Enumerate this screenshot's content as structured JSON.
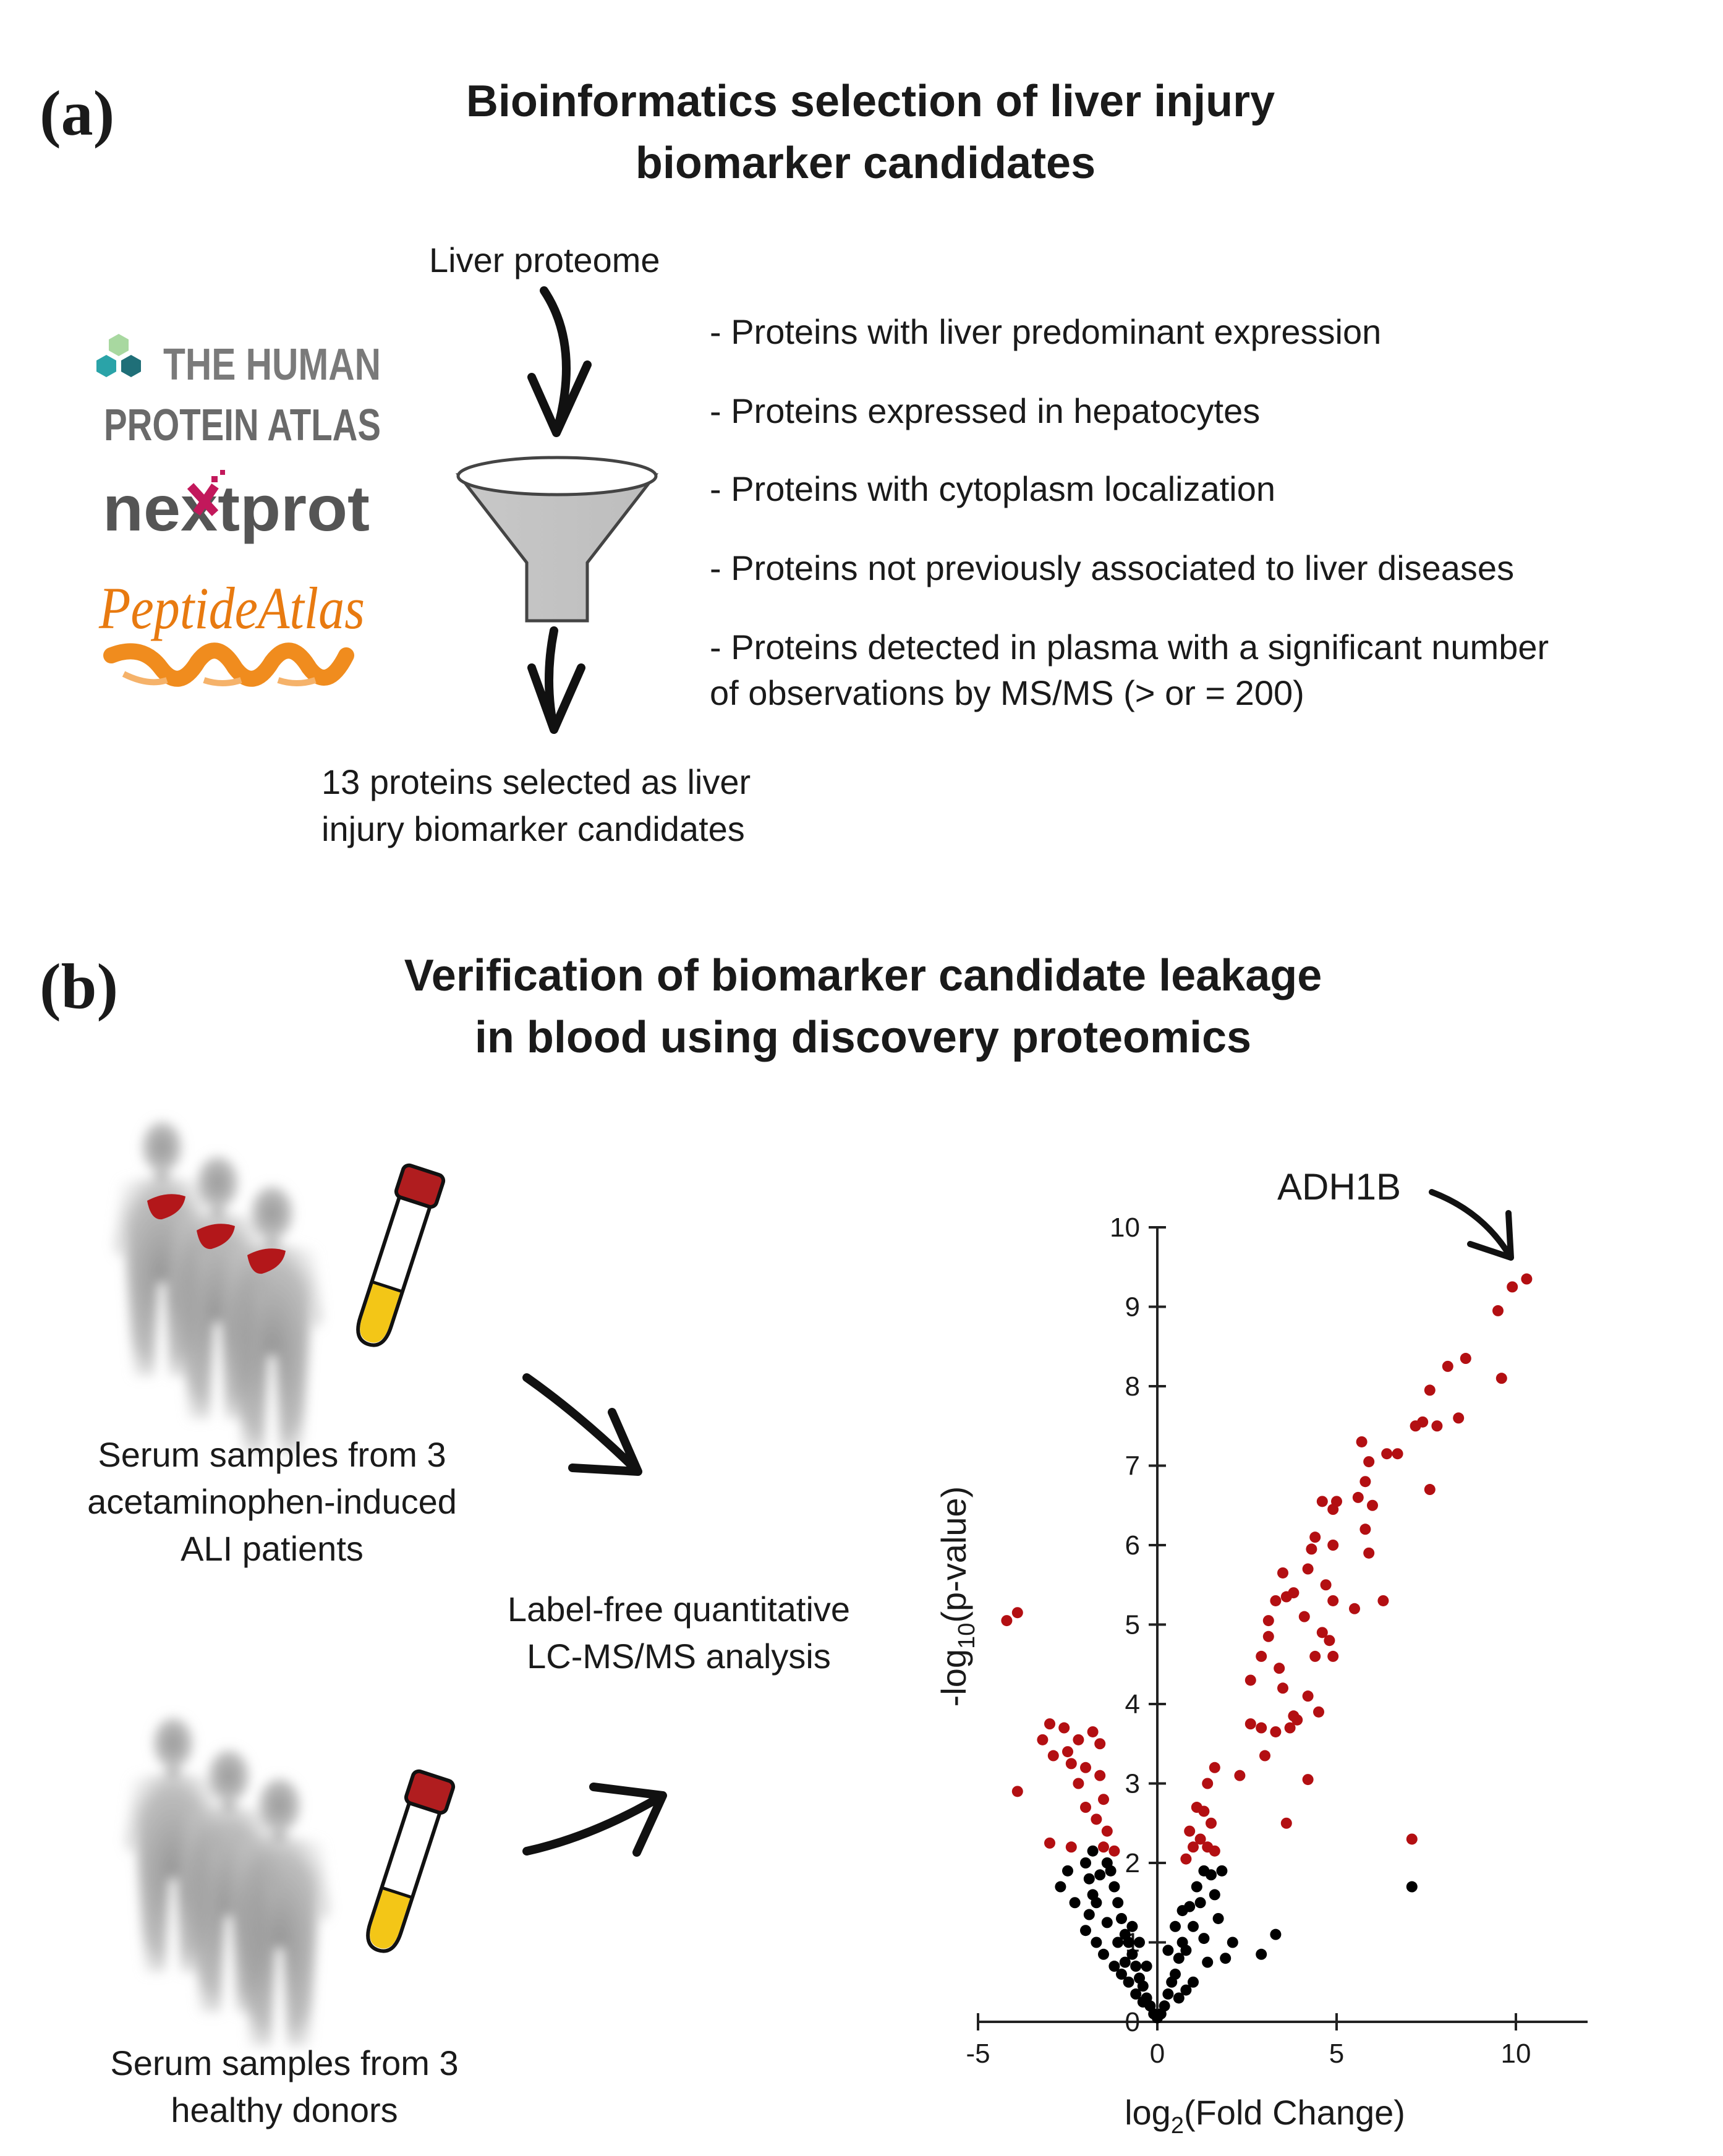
{
  "panel_a": {
    "label": "(a)",
    "title_line1": "Bioinformatics selection of liver injury",
    "title_line2": "biomarker candidates",
    "logos": {
      "hpa_line1": "THE HUMAN",
      "hpa_line2": "PROTEIN ATLAS",
      "nextprot": "nextprot",
      "peptideatlas": "PeptideAtlas"
    },
    "funnel_input": "Liver proteome",
    "criteria": [
      "- Proteins with liver predominant expression",
      "- Proteins expressed in hepatocytes",
      "- Proteins with cytoplasm localization",
      "- Proteins not previously associated to liver diseases",
      "- Proteins detected in plasma with a significant number",
      "of observations by MS/MS  (> or = 200)"
    ],
    "funnel_output_line1": "13 proteins selected as liver",
    "funnel_output_line2": "injury biomarker candidates"
  },
  "panel_b": {
    "label": "(b)",
    "title_line1": "Verification of biomarker candidate leakage",
    "title_line2": "in blood using discovery proteomics",
    "group1": [
      "Serum samples from 3",
      "acetaminophen-induced",
      "ALI patients"
    ],
    "group2": [
      "Serum samples from 3",
      "healthy donors"
    ],
    "method": [
      "Label-free quantitative",
      "LC-MS/MS analysis"
    ],
    "colors": {
      "significant": "#b30f12",
      "non_significant": "#000000",
      "tube_cap": "#b01d1f",
      "serum": "#f3c617",
      "liver": "#b3171a"
    }
  },
  "chart_data": {
    "type": "scatter",
    "xlabel": "log2(Fold Change)",
    "ylabel": "-log10(p-value)",
    "xlim": [
      -5,
      12
    ],
    "ylim": [
      0,
      10
    ],
    "xticks": [
      -5,
      0,
      5,
      10
    ],
    "yticks": [
      0,
      1,
      2,
      3,
      4,
      5,
      6,
      7,
      8,
      9,
      10
    ],
    "annotation": "ADH1B",
    "series": [
      {
        "color": "#b30f12",
        "points": [
          [
            10.3,
            9.35
          ],
          [
            9.9,
            9.25
          ],
          [
            9.5,
            8.95
          ],
          [
            9.6,
            8.1
          ],
          [
            8.6,
            8.35
          ],
          [
            8.1,
            8.25
          ],
          [
            7.6,
            7.95
          ],
          [
            8.4,
            7.6
          ],
          [
            7.4,
            7.55
          ],
          [
            7.2,
            7.5
          ],
          [
            7.8,
            7.5
          ],
          [
            7.6,
            6.7
          ],
          [
            6.7,
            7.15
          ],
          [
            6.4,
            7.15
          ],
          [
            5.9,
            7.05
          ],
          [
            5.7,
            7.3
          ],
          [
            5.8,
            6.8
          ],
          [
            5.6,
            6.6
          ],
          [
            6.0,
            6.5
          ],
          [
            5.8,
            6.2
          ],
          [
            5.9,
            5.9
          ],
          [
            5.0,
            6.55
          ],
          [
            4.6,
            6.55
          ],
          [
            4.9,
            6.45
          ],
          [
            4.4,
            6.1
          ],
          [
            4.3,
            5.95
          ],
          [
            4.9,
            6.0
          ],
          [
            4.2,
            5.7
          ],
          [
            3.5,
            5.65
          ],
          [
            3.3,
            5.3
          ],
          [
            3.6,
            5.35
          ],
          [
            3.1,
            5.05
          ],
          [
            3.8,
            5.4
          ],
          [
            4.7,
            5.5
          ],
          [
            4.9,
            5.3
          ],
          [
            5.5,
            5.2
          ],
          [
            4.1,
            5.1
          ],
          [
            4.6,
            4.9
          ],
          [
            4.8,
            4.8
          ],
          [
            4.9,
            4.6
          ],
          [
            4.4,
            4.6
          ],
          [
            3.1,
            4.85
          ],
          [
            2.9,
            4.6
          ],
          [
            3.4,
            4.45
          ],
          [
            3.5,
            4.2
          ],
          [
            4.2,
            4.1
          ],
          [
            2.6,
            4.3
          ],
          [
            3.8,
            3.85
          ],
          [
            3.9,
            3.8
          ],
          [
            2.6,
            3.75
          ],
          [
            3.3,
            3.65
          ],
          [
            3.0,
            3.35
          ],
          [
            2.3,
            3.1
          ],
          [
            4.2,
            3.05
          ],
          [
            3.6,
            2.5
          ],
          [
            7.1,
            2.3
          ],
          [
            6.3,
            5.3
          ],
          [
            2.9,
            3.7
          ],
          [
            4.5,
            3.9
          ],
          [
            3.7,
            3.7
          ],
          [
            1.6,
            3.2
          ],
          [
            1.4,
            3.0
          ],
          [
            1.1,
            2.7
          ],
          [
            1.3,
            2.65
          ],
          [
            1.5,
            2.5
          ],
          [
            0.9,
            2.4
          ],
          [
            1.2,
            2.3
          ],
          [
            1.0,
            2.2
          ],
          [
            1.4,
            2.2
          ],
          [
            0.8,
            2.05
          ],
          [
            1.6,
            2.15
          ],
          [
            -3.9,
            5.15
          ],
          [
            -4.2,
            5.05
          ],
          [
            -3.0,
            3.75
          ],
          [
            -2.6,
            3.7
          ],
          [
            -2.2,
            3.55
          ],
          [
            -1.8,
            3.65
          ],
          [
            -3.2,
            3.55
          ],
          [
            -2.5,
            3.4
          ],
          [
            -2.9,
            3.35
          ],
          [
            -1.6,
            3.5
          ],
          [
            -2.4,
            3.25
          ],
          [
            -2.0,
            3.2
          ],
          [
            -1.6,
            3.1
          ],
          [
            -2.2,
            3.0
          ],
          [
            -1.5,
            2.8
          ],
          [
            -2.0,
            2.7
          ],
          [
            -1.7,
            2.55
          ],
          [
            -3.9,
            2.9
          ],
          [
            -1.4,
            2.4
          ],
          [
            -1.5,
            2.2
          ],
          [
            -1.2,
            2.15
          ],
          [
            -3.0,
            2.25
          ],
          [
            -2.4,
            2.2
          ]
        ]
      },
      {
        "color": "#000000",
        "points": [
          [
            7.1,
            1.7
          ],
          [
            3.3,
            1.1
          ],
          [
            2.9,
            0.85
          ],
          [
            2.1,
            1.0
          ],
          [
            1.9,
            0.8
          ],
          [
            1.7,
            1.3
          ],
          [
            1.6,
            1.6
          ],
          [
            1.5,
            1.85
          ],
          [
            1.3,
            1.9
          ],
          [
            1.2,
            1.5
          ],
          [
            1.1,
            1.7
          ],
          [
            1.0,
            1.2
          ],
          [
            0.9,
            1.45
          ],
          [
            0.8,
            0.9
          ],
          [
            0.7,
            1.0
          ],
          [
            0.6,
            0.8
          ],
          [
            0.5,
            0.6
          ],
          [
            0.4,
            0.5
          ],
          [
            0.3,
            0.35
          ],
          [
            0.2,
            0.2
          ],
          [
            0.1,
            0.1
          ],
          [
            0.0,
            0.05
          ],
          [
            -0.1,
            0.1
          ],
          [
            -0.2,
            0.2
          ],
          [
            -0.3,
            0.3
          ],
          [
            -0.4,
            0.45
          ],
          [
            -0.5,
            0.55
          ],
          [
            -0.6,
            0.7
          ],
          [
            -0.7,
            0.85
          ],
          [
            -0.8,
            1.0
          ],
          [
            -0.9,
            1.1
          ],
          [
            -1.0,
            1.3
          ],
          [
            -1.1,
            1.5
          ],
          [
            -1.2,
            1.7
          ],
          [
            -1.3,
            1.9
          ],
          [
            -1.4,
            2.0
          ],
          [
            -1.6,
            1.85
          ],
          [
            -1.8,
            1.6
          ],
          [
            -1.9,
            1.35
          ],
          [
            -2.0,
            1.15
          ],
          [
            -1.7,
            1.0
          ],
          [
            -1.5,
            0.85
          ],
          [
            -1.2,
            0.7
          ],
          [
            -1.0,
            0.6
          ],
          [
            -0.8,
            0.5
          ],
          [
            -0.6,
            0.35
          ],
          [
            -0.4,
            0.25
          ],
          [
            -1.9,
            1.8
          ],
          [
            -2.5,
            1.9
          ],
          [
            -2.7,
            1.7
          ],
          [
            -1.7,
            1.5
          ],
          [
            -2.3,
            1.5
          ],
          [
            -1.4,
            1.25
          ],
          [
            -1.1,
            1.0
          ],
          [
            -0.9,
            0.75
          ],
          [
            1.3,
            1.05
          ],
          [
            1.4,
            0.75
          ],
          [
            1.0,
            0.5
          ],
          [
            0.8,
            0.4
          ],
          [
            0.6,
            0.3
          ],
          [
            -1.8,
            2.15
          ],
          [
            -2.0,
            2.0
          ],
          [
            -0.3,
            0.7
          ],
          [
            0.3,
            0.9
          ],
          [
            0.5,
            1.2
          ],
          [
            0.7,
            1.4
          ],
          [
            -0.5,
            1.0
          ],
          [
            -0.7,
            1.2
          ],
          [
            1.8,
            1.9
          ]
        ]
      }
    ]
  }
}
